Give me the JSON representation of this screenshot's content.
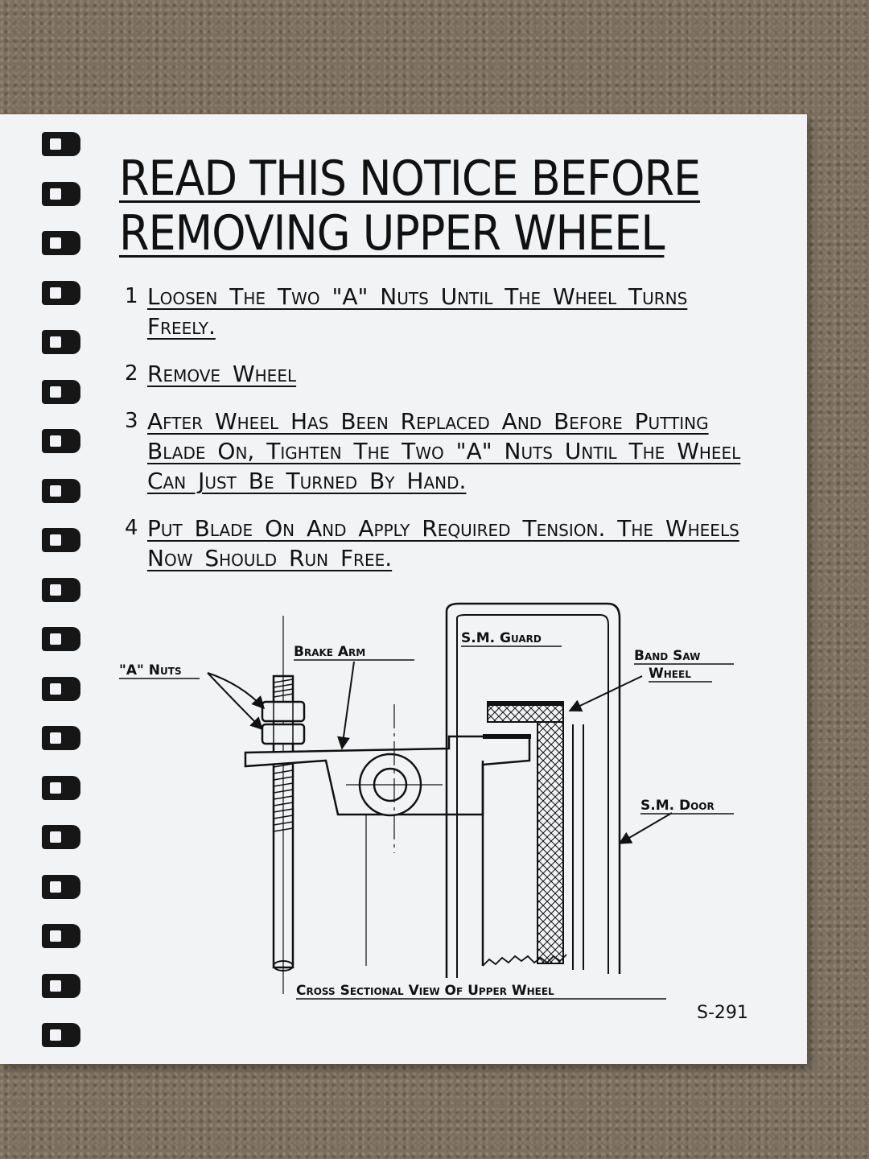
{
  "notice": {
    "title_line1": "READ THIS NOTICE BEFORE",
    "title_line2": "REMOVING UPPER WHEEL",
    "steps": [
      {
        "number": "1",
        "text": "Loosen The Two \"A\" Nuts Until The Wheel Turns Freely."
      },
      {
        "number": "2",
        "text": "Remove Wheel"
      },
      {
        "number": "3",
        "text": "After Wheel Has Been Replaced And Before Putting Blade On, Tighten The Two \"A\" Nuts Until The Wheel Can Just Be Turned By Hand."
      },
      {
        "number": "4",
        "text": "Put Blade On And Apply Required Tension. The Wheels Now Should Run Free."
      }
    ]
  },
  "diagram": {
    "labels": {
      "a_nuts": "\"A\" Nuts",
      "brake_arm": "Brake Arm",
      "sm_guard": "S.M. Guard",
      "band_saw_wheel_1": "Band Saw",
      "band_saw_wheel_2": "Wheel",
      "sm_door": "S.M. Door"
    },
    "caption": "Cross Sectional View Of Upper Wheel"
  },
  "page_number": "S-291"
}
